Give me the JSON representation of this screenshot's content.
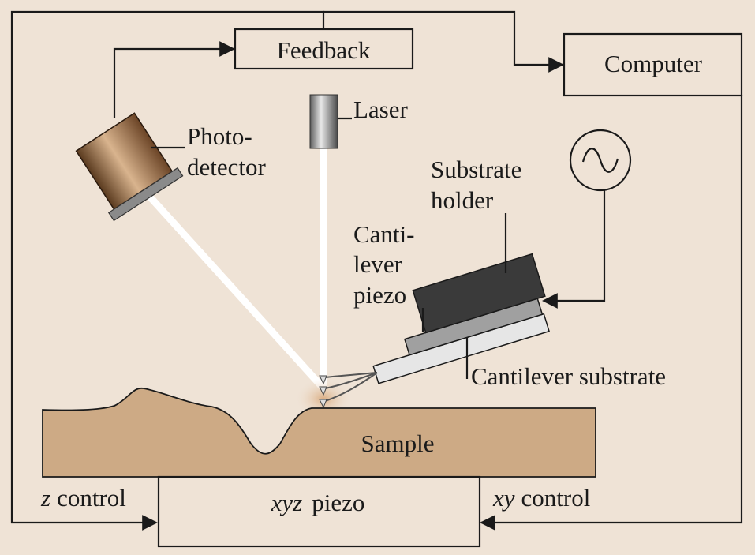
{
  "labels": {
    "feedback": "Feedback",
    "computer": "Computer",
    "laser": "Laser",
    "photodetector_line1": "Photo-",
    "photodetector_line2": "detector",
    "substrate_holder_line1": "Substrate",
    "substrate_holder_line2": "holder",
    "cantilever_piezo_line1": "Canti-",
    "cantilever_piezo_line2": "lever",
    "cantilever_piezo_line3": "piezo",
    "cantilever_substrate": "Cantilever substrate",
    "sample": "Sample",
    "xyz_piezo_italic": "xyz",
    "xyz_piezo_text": "piezo",
    "z_control_italic": "z",
    "z_control_text": "control",
    "xy_control_italic": "xy",
    "xy_control_text": "control"
  },
  "icons": {
    "signal_generator": "sine-wave-source-icon"
  },
  "colors": {
    "background": "#efe3d6",
    "sample": "#cdaa85",
    "holder": "#3a3a3a",
    "piezo": "#a0a0a0",
    "cantilever_substrate": "#e6e6e6",
    "beam": "#ffffff"
  }
}
